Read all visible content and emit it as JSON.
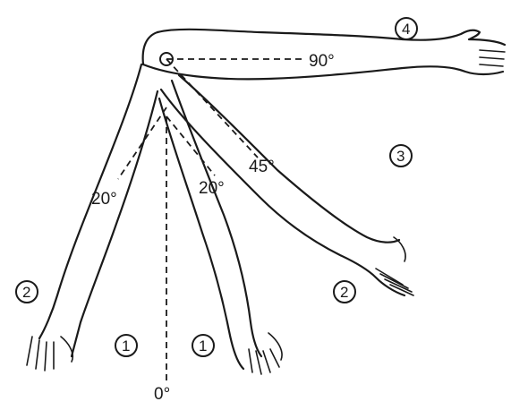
{
  "angles": {
    "a0": "0°",
    "a20_left": "20°",
    "a20_right": "20°",
    "a45": "45°",
    "a90": "90°"
  },
  "zones": {
    "z1_left": "1",
    "z1_right": "1",
    "z2_left": "2",
    "z2_right": "2",
    "z3": "3",
    "z4": "4"
  }
}
